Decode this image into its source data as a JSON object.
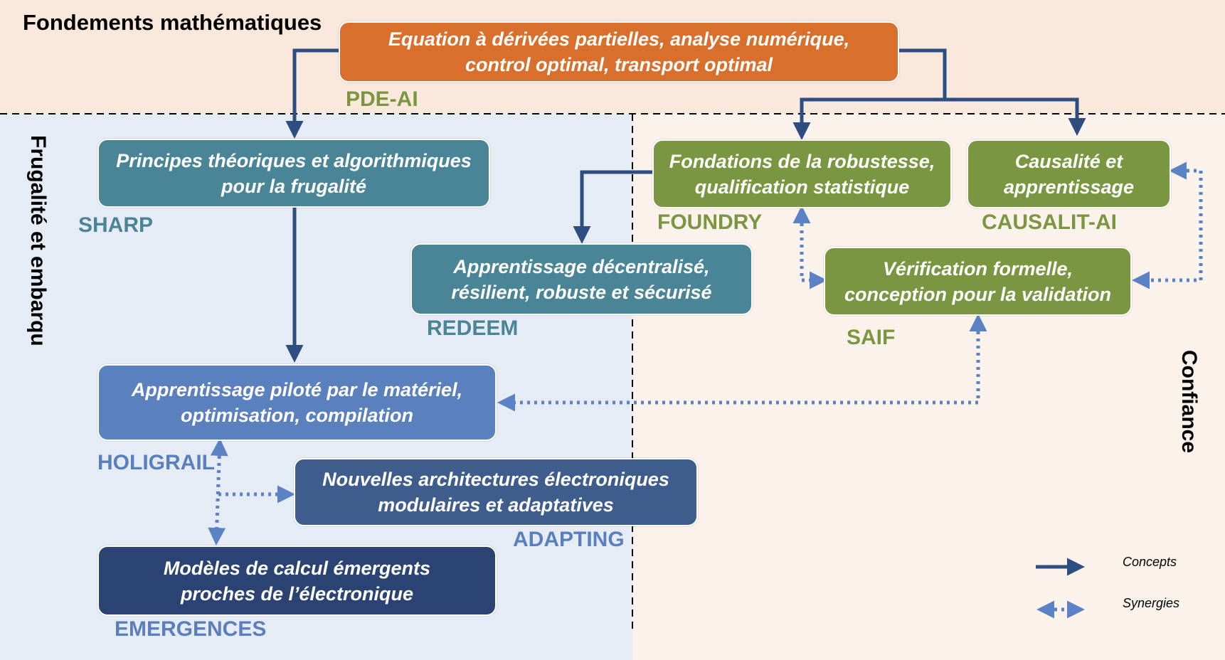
{
  "colors": {
    "top_band": "#fbe8dc",
    "left_panel": "#e6ecf6",
    "right_panel": "#fcf2ec",
    "orange": "#d86f2c",
    "green": "#7a9641",
    "green_text": "#7a9641",
    "teal": "#4a8597",
    "teal_text": "#4a8597",
    "blue_light": "#5a80bd",
    "blue_light_text": "#5b7fbd",
    "blue_mid": "#3e5d8c",
    "blue_dark": "#2a4373",
    "arrow_solid": "#2e4d80",
    "arrow_dotted": "#5b82c4"
  },
  "sections": {
    "top": "Fondements mathématiques",
    "left": "Frugalité et embarqu",
    "right": "Confiance"
  },
  "boxes": {
    "pde_ai": {
      "text": "Equation à dérivées partielles, analyse numérique,\ncontrol optimal, transport optimal",
      "tag": "PDE-AI"
    },
    "sharp": {
      "text": "Principes théoriques et algorithmiques\npour la frugalité",
      "tag": "SHARP"
    },
    "foundry": {
      "text": "Fondations de la robustesse,\nqualification statistique",
      "tag": "FOUNDRY"
    },
    "causalit_ai": {
      "text": "Causalité et\napprentissage",
      "tag": "CAUSALIT-AI"
    },
    "redeem": {
      "text": "Apprentissage décentralisé,\nrésilient, robuste et sécurisé",
      "tag": "REDEEM"
    },
    "saif": {
      "text": "Vérification formelle,\nconception pour la validation",
      "tag": "SAIF"
    },
    "holigrail": {
      "text": "Apprentissage piloté par le matériel,\noptimisation, compilation",
      "tag": "HOLIGRAIL"
    },
    "adapting": {
      "text": "Nouvelles architectures électroniques\nmodulaires et adaptatives",
      "tag": "ADAPTING"
    },
    "emergences": {
      "text": "Modèles de calcul émergents\nproches de l’électronique",
      "tag": "EMERGENCES"
    }
  },
  "legend": {
    "concepts": "Concepts",
    "synergies": "Synergies"
  }
}
